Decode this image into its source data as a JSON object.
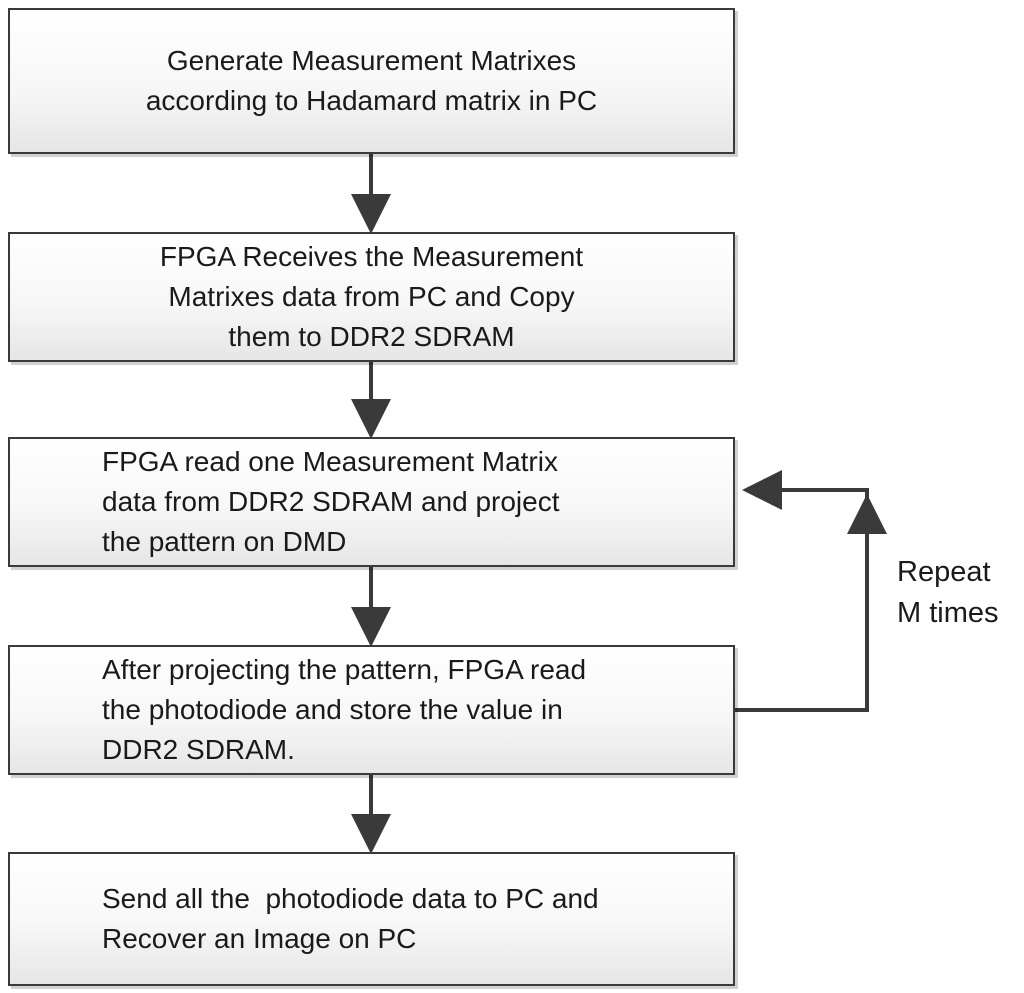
{
  "steps": [
    {
      "id": "step1",
      "lines": [
        "Generate Measurement Matrixes",
        "according to Hadamard matrix in PC"
      ]
    },
    {
      "id": "step2",
      "lines": [
        "FPGA Receives the Measurement",
        "Matrixes data from PC and Copy",
        "them to DDR2 SDRAM"
      ]
    },
    {
      "id": "step3",
      "lines": [
        "FPGA read one Measurement Matrix",
        "data from DDR2 SDRAM and project",
        "the pattern on DMD"
      ]
    },
    {
      "id": "step4",
      "lines": [
        "After projecting the pattern, FPGA read",
        "the photodiode and store the value in",
        "DDR2 SDRAM."
      ]
    },
    {
      "id": "step5",
      "lines": [
        "Send all the  photodiode data to PC and",
        "Recover an Image on PC"
      ]
    }
  ],
  "loop": {
    "label_lines": [
      "Repeat",
      "M times"
    ]
  },
  "colors": {
    "stroke": "#3a3a3a",
    "box_fill_top": "#ffffff",
    "box_fill_bottom": "#e6e6e6"
  }
}
